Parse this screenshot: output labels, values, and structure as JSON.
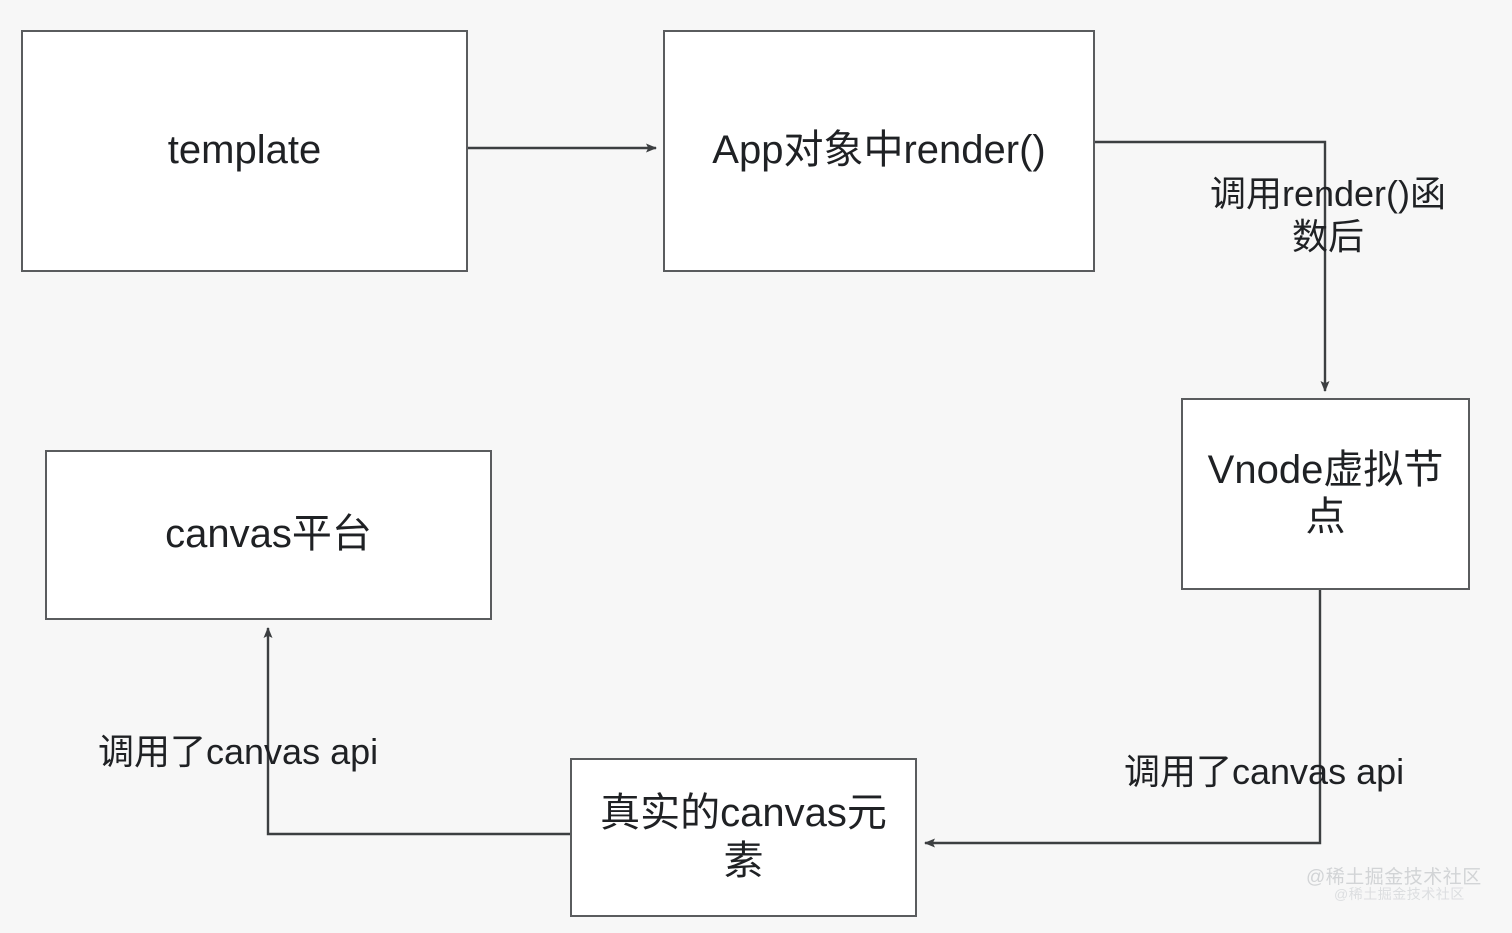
{
  "diagram": {
    "background_color": "#f7f7f7",
    "node_fill": "#ffffff",
    "node_stroke": "#5a5c5e",
    "edge_stroke": "#3c3f41",
    "text_color": "#1f2124",
    "nodes": [
      {
        "id": "template",
        "label": "template"
      },
      {
        "id": "app-render",
        "label": "App对象中render()"
      },
      {
        "id": "vnode",
        "label": "Vnode虚拟节\n点"
      },
      {
        "id": "canvas-platform",
        "label": "canvas平台"
      },
      {
        "id": "real-canvas",
        "label": "真实的canvas元\n素"
      }
    ],
    "edge_labels": [
      {
        "id": "render-called",
        "text": "调用render()函\n数后"
      },
      {
        "id": "canvas-api-left",
        "text": "调用了canvas api"
      },
      {
        "id": "canvas-api-right",
        "text": "调用了canvas api"
      }
    ],
    "edges": [
      {
        "id": "template-to-app",
        "from": "template",
        "to": "app-render",
        "label": ""
      },
      {
        "id": "app-to-vnode",
        "from": "app-render",
        "to": "vnode",
        "label": "调用render()函数后"
      },
      {
        "id": "vnode-to-real-canvas",
        "from": "vnode",
        "to": "real-canvas",
        "label": "调用了canvas api"
      },
      {
        "id": "real-canvas-to-platform",
        "from": "real-canvas",
        "to": "canvas-platform",
        "label": "调用了canvas api"
      }
    ]
  },
  "watermark": {
    "main": "@稀土掘金技术社区",
    "sub": "@稀土掘金技术社区"
  }
}
